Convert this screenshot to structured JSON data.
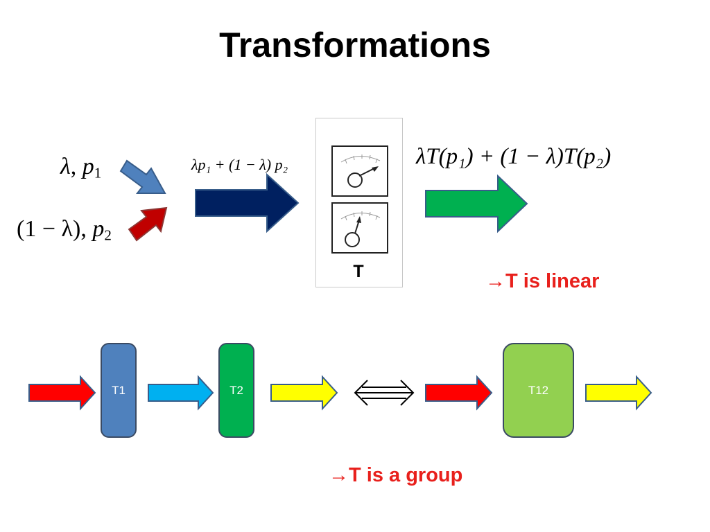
{
  "title": "Transformations",
  "inputs": {
    "first": {
      "coef": "λ",
      "var": "p",
      "sub": "1"
    },
    "second": {
      "coef": "(1 − λ)",
      "var": "p",
      "sub": "2"
    }
  },
  "combined_label": "λp₁ + (1 − λ) p₂",
  "output_label": "λT(p₁) + (1 − λ)T(p₂)",
  "transformer_label": "T",
  "linear_note": "→T is linear",
  "blocks": {
    "t1": "T1",
    "t2": "T2",
    "t12": "T12"
  },
  "group_note": "→T is a group",
  "colors": {
    "blue_arrow": "#4f81bd",
    "red_arrow": "#c00000",
    "navy_arrow": "#002060",
    "green_arrow": "#00b050",
    "bright_red": "#ff0000",
    "cyan_arrow": "#00b0f0",
    "yellow_arrow": "#ffff00",
    "t1_block": "#4f81bd",
    "t2_block": "#00b050",
    "t12_block": "#92d050",
    "note_red": "#e8201c"
  },
  "icons": [
    "meter-icon",
    "meter-icon",
    "double-arrow-icon"
  ]
}
